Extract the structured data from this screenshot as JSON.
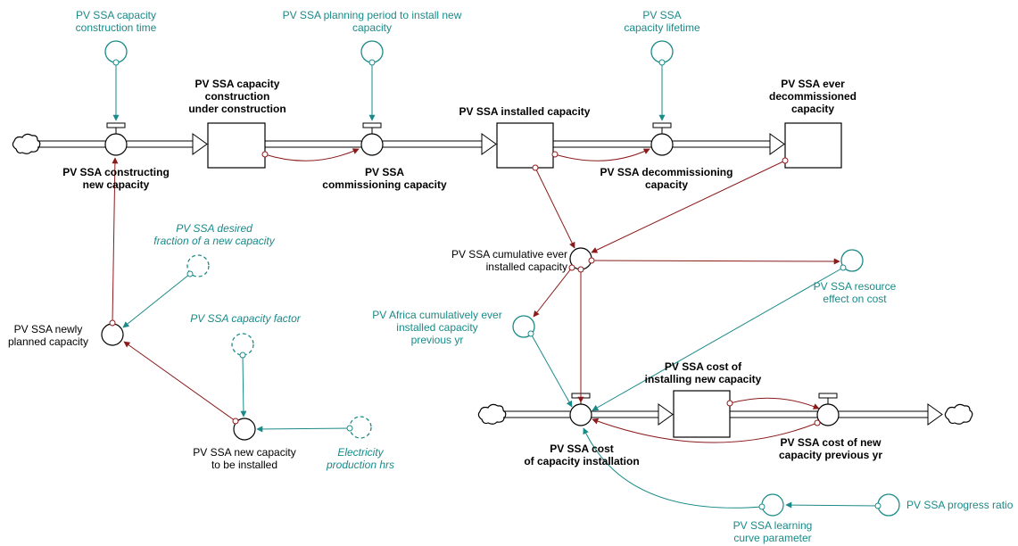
{
  "colors": {
    "teal": "#1a8a88",
    "dark_red": "#8b1a1a",
    "black": "#000000"
  },
  "stocks": {
    "under_construction": "PV SSA capacity\nconstruction\nunder construction",
    "installed": "PV SSA installed capacity",
    "ever_decommissioned": "PV SSA ever\ndecommissioned\ncapacity",
    "cost_installing": "PV SSA cost of\ninstalling new capacity"
  },
  "flows": {
    "constructing": "PV SSA constructing\nnew capacity",
    "commissioning": "PV SSA\ncommissioning capacity",
    "decommissioning": "PV SSA decommissioning\ncapacity",
    "cost_installation": "PV SSA cost\nof capacity installation",
    "cost_new_prev": "PV SSA cost of new\ncapacity previous yr"
  },
  "auxiliaries": {
    "newly_planned": "PV SSA newly\nplanned capacity",
    "new_to_install": "PV SSA new capacity\nto be installed",
    "cumulative": "PV SSA cumulative ever\ninstalled capacity",
    "learning_curve": "PV SSA learning\ncurve parameter"
  },
  "constants": {
    "construction_time": "PV SSA capacity\nconstruction time",
    "planning_period": "PV SSA planning period to install new\ncapacity",
    "lifetime": "PV SSA\ncapacity lifetime",
    "resource_effect": "PV SSA resource\neffect on cost",
    "africa_cumulative": "PV Africa cumulatively ever\ninstalled capacity\nprevious yr",
    "progress_ratio": "PV SSA progress ratio"
  },
  "lookups": {
    "desired_fraction": "PV SSA desired\nfraction of a new capacity",
    "capacity_factor": "PV SSA capacity factor",
    "electricity_hrs": "Electricity\nproduction hrs"
  }
}
